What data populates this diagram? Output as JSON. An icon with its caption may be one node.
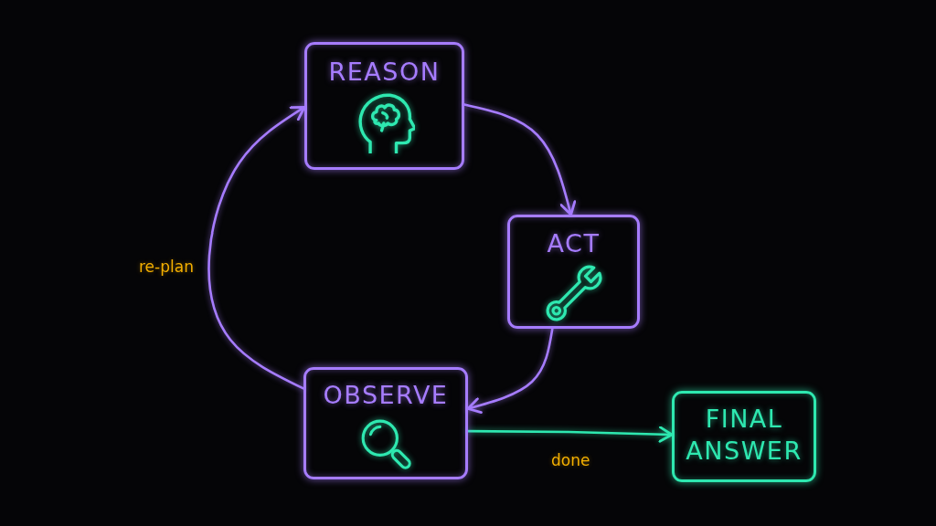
{
  "diagram": {
    "nodes": [
      {
        "text": [
          "REASON"
        ]
      },
      {
        "text": [
          "ACT"
        ]
      },
      {
        "text": [
          "OBSERVE"
        ]
      },
      {
        "text": [
          "FINAL ANSWER"
        ]
      }
    ],
    "edges": [
      {
        "from": 0,
        "to": 1,
        "arrow": "to"
      },
      {
        "from": 1,
        "to": 2,
        "arrow": "to"
      },
      {
        "from": 2,
        "to": 0,
        "arrow": "to",
        "label": "re-plan"
      },
      {
        "from": 2,
        "to": 3,
        "arrow": "to",
        "label": "done",
        "color": "#2ee8b0"
      }
    ]
  }
}
